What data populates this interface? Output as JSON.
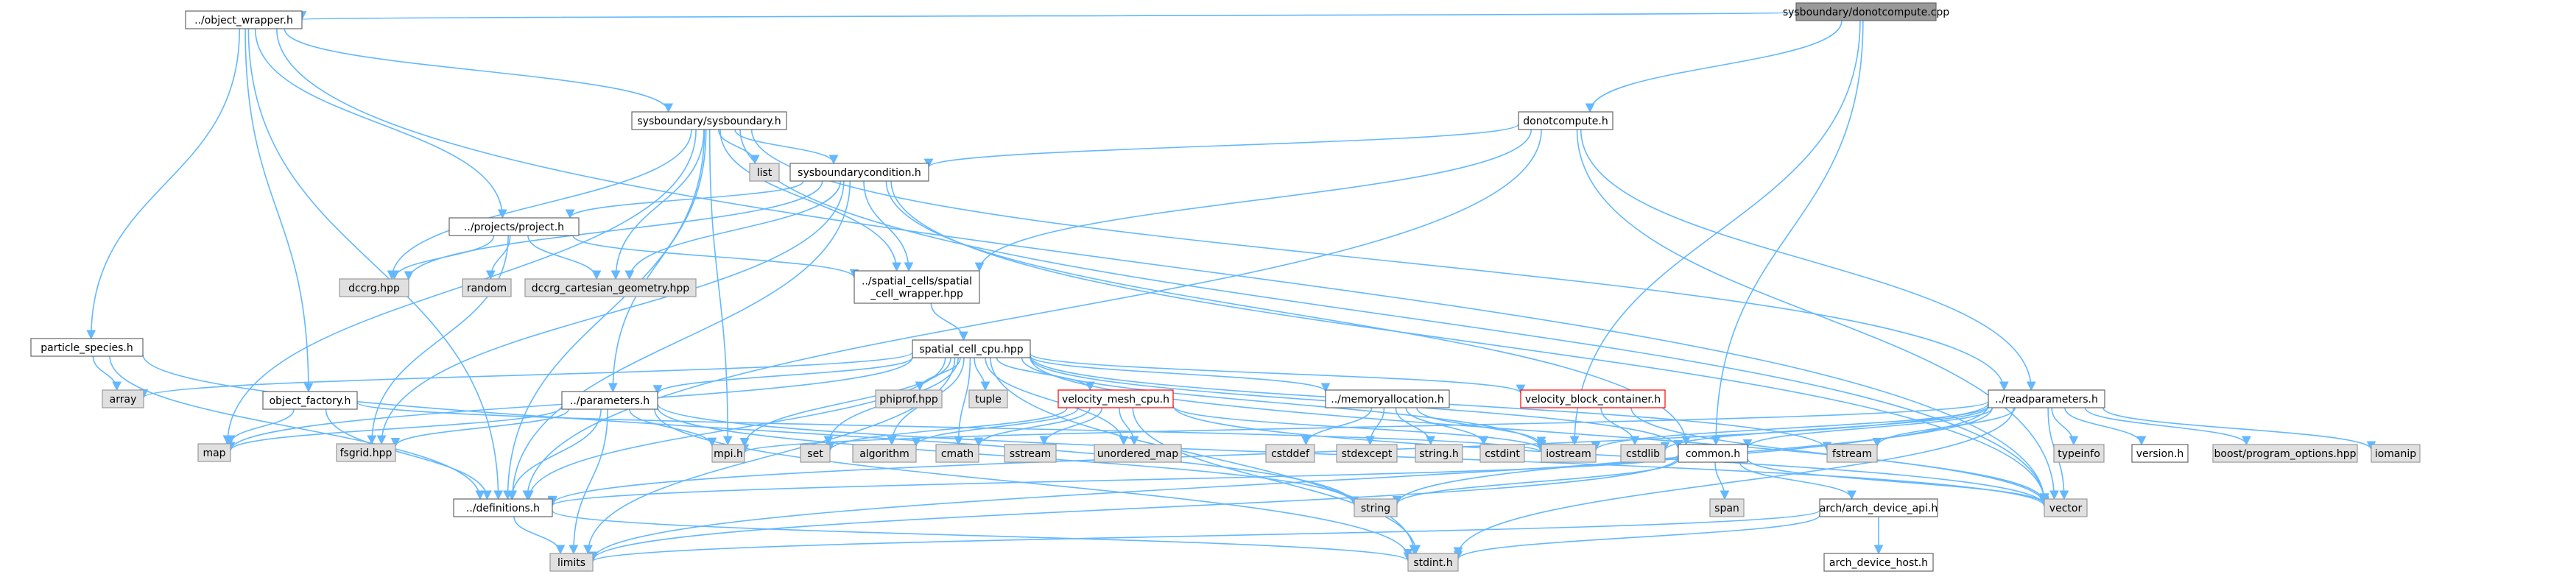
{
  "graph": {
    "nodes": [
      {
        "id": "root",
        "lines": [
          "sysboundary/donotcompute.cpp"
        ],
        "kind": "root"
      },
      {
        "id": "objwrap",
        "lines": [
          "../object_wrapper.h"
        ],
        "kind": "normal"
      },
      {
        "id": "donot",
        "lines": [
          "donotcompute.h"
        ],
        "kind": "normal"
      },
      {
        "id": "sysbsysb",
        "lines": [
          "sysboundary/sysboundary.h"
        ],
        "kind": "normal"
      },
      {
        "id": "particle",
        "lines": [
          "particle_species.h"
        ],
        "kind": "normal"
      },
      {
        "id": "objfactory",
        "lines": [
          "object_factory.h"
        ],
        "kind": "normal"
      },
      {
        "id": "list",
        "lines": [
          "list"
        ],
        "kind": "ext"
      },
      {
        "id": "sysbcond",
        "lines": [
          "sysboundarycondition.h"
        ],
        "kind": "normal"
      },
      {
        "id": "project",
        "lines": [
          "../projects/project.h"
        ],
        "kind": "normal"
      },
      {
        "id": "dccrg",
        "lines": [
          "dccrg.hpp"
        ],
        "kind": "ext"
      },
      {
        "id": "random",
        "lines": [
          "random"
        ],
        "kind": "ext"
      },
      {
        "id": "dccrgcart",
        "lines": [
          "dccrg_cartesian_geometry.hpp"
        ],
        "kind": "ext"
      },
      {
        "id": "spatialwrap",
        "lines": [
          "../spatial_cells/spatial",
          "_cell_wrapper.hpp"
        ],
        "kind": "normal"
      },
      {
        "id": "spatialcpu",
        "lines": [
          "spatial_cell_cpu.hpp"
        ],
        "kind": "normal"
      },
      {
        "id": "array",
        "lines": [
          "array"
        ],
        "kind": "ext"
      },
      {
        "id": "map",
        "lines": [
          "map"
        ],
        "kind": "ext"
      },
      {
        "id": "fsgrid",
        "lines": [
          "fsgrid.hpp"
        ],
        "kind": "ext"
      },
      {
        "id": "params",
        "lines": [
          "../parameters.h"
        ],
        "kind": "normal"
      },
      {
        "id": "mpi",
        "lines": [
          "mpi.h"
        ],
        "kind": "ext"
      },
      {
        "id": "set",
        "lines": [
          "set"
        ],
        "kind": "ext"
      },
      {
        "id": "phiprof",
        "lines": [
          "phiprof.hpp"
        ],
        "kind": "ext"
      },
      {
        "id": "tuple",
        "lines": [
          "tuple"
        ],
        "kind": "ext"
      },
      {
        "id": "algorithm",
        "lines": [
          "algorithm"
        ],
        "kind": "ext"
      },
      {
        "id": "vmesh",
        "lines": [
          "velocity_mesh_cpu.h"
        ],
        "kind": "red"
      },
      {
        "id": "cmath",
        "lines": [
          "cmath"
        ],
        "kind": "ext"
      },
      {
        "id": "sstream",
        "lines": [
          "sstream"
        ],
        "kind": "ext"
      },
      {
        "id": "umap",
        "lines": [
          "unordered_map"
        ],
        "kind": "ext"
      },
      {
        "id": "memalloc",
        "lines": [
          "../memoryallocation.h"
        ],
        "kind": "normal"
      },
      {
        "id": "cstddef",
        "lines": [
          "cstddef"
        ],
        "kind": "ext"
      },
      {
        "id": "stdexcept",
        "lines": [
          "stdexcept"
        ],
        "kind": "ext"
      },
      {
        "id": "stringh",
        "lines": [
          "string.h"
        ],
        "kind": "ext"
      },
      {
        "id": "cstdint",
        "lines": [
          "cstdint"
        ],
        "kind": "ext"
      },
      {
        "id": "vbc",
        "lines": [
          "velocity_block_container.h"
        ],
        "kind": "red"
      },
      {
        "id": "iostream",
        "lines": [
          "iostream"
        ],
        "kind": "ext"
      },
      {
        "id": "cstdlib",
        "lines": [
          "cstdlib"
        ],
        "kind": "ext"
      },
      {
        "id": "common",
        "lines": [
          "common.h"
        ],
        "kind": "normal"
      },
      {
        "id": "fstream",
        "lines": [
          "fstream"
        ],
        "kind": "ext"
      },
      {
        "id": "readparams",
        "lines": [
          "../readparameters.h"
        ],
        "kind": "normal"
      },
      {
        "id": "typeinfo",
        "lines": [
          "typeinfo"
        ],
        "kind": "ext"
      },
      {
        "id": "versionh",
        "lines": [
          "version.h"
        ],
        "kind": "normal"
      },
      {
        "id": "boostpo",
        "lines": [
          "boost/program_options.hpp"
        ],
        "kind": "ext"
      },
      {
        "id": "iomanip",
        "lines": [
          "iomanip"
        ],
        "kind": "ext"
      },
      {
        "id": "defs",
        "lines": [
          "../definitions.h"
        ],
        "kind": "normal"
      },
      {
        "id": "string",
        "lines": [
          "string"
        ],
        "kind": "ext"
      },
      {
        "id": "span",
        "lines": [
          "span"
        ],
        "kind": "ext"
      },
      {
        "id": "vector",
        "lines": [
          "vector"
        ],
        "kind": "ext"
      },
      {
        "id": "archapi",
        "lines": [
          "arch/arch_device_api.h"
        ],
        "kind": "normal"
      },
      {
        "id": "limits",
        "lines": [
          "limits"
        ],
        "kind": "ext"
      },
      {
        "id": "stdinth",
        "lines": [
          "stdint.h"
        ],
        "kind": "ext"
      },
      {
        "id": "archhost",
        "lines": [
          "arch_device_host.h"
        ],
        "kind": "normal"
      }
    ],
    "edges": [
      [
        "root",
        "objwrap"
      ],
      [
        "root",
        "donot"
      ],
      [
        "root",
        "iostream"
      ],
      [
        "root",
        "common"
      ],
      [
        "objwrap",
        "particle"
      ],
      [
        "objwrap",
        "objfactory"
      ],
      [
        "objwrap",
        "sysbsysb"
      ],
      [
        "objwrap",
        "project"
      ],
      [
        "objwrap",
        "defs"
      ],
      [
        "objwrap",
        "vector"
      ],
      [
        "donot",
        "sysbcond"
      ],
      [
        "donot",
        "spatialwrap"
      ],
      [
        "donot",
        "readparams"
      ],
      [
        "donot",
        "defs"
      ],
      [
        "donot",
        "vector"
      ],
      [
        "sysbsysb",
        "list"
      ],
      [
        "sysbsysb",
        "sysbcond"
      ],
      [
        "sysbsysb",
        "dccrg"
      ],
      [
        "sysbsysb",
        "dccrgcart"
      ],
      [
        "sysbsysb",
        "spatialwrap"
      ],
      [
        "sysbsysb",
        "params"
      ],
      [
        "sysbsysb",
        "defs"
      ],
      [
        "sysbsysb",
        "mpi"
      ],
      [
        "sysbsysb",
        "map"
      ],
      [
        "sysbsysb",
        "vector"
      ],
      [
        "sysbsysb",
        "readparams"
      ],
      [
        "sysbcond",
        "project"
      ],
      [
        "sysbcond",
        "dccrg"
      ],
      [
        "sysbcond",
        "dccrgcart"
      ],
      [
        "sysbcond",
        "spatialwrap"
      ],
      [
        "sysbcond",
        "fsgrid"
      ],
      [
        "sysbcond",
        "defs"
      ],
      [
        "sysbcond",
        "vector"
      ],
      [
        "sysbcond",
        "common"
      ],
      [
        "project",
        "dccrg"
      ],
      [
        "project",
        "random"
      ],
      [
        "project",
        "dccrgcart"
      ],
      [
        "project",
        "spatialwrap"
      ],
      [
        "project",
        "fsgrid"
      ],
      [
        "spatialwrap",
        "spatialcpu"
      ],
      [
        "spatialcpu",
        "array"
      ],
      [
        "spatialcpu",
        "map"
      ],
      [
        "spatialcpu",
        "limits"
      ],
      [
        "spatialcpu",
        "params"
      ],
      [
        "spatialcpu",
        "mpi"
      ],
      [
        "spatialcpu",
        "set"
      ],
      [
        "spatialcpu",
        "phiprof"
      ],
      [
        "spatialcpu",
        "tuple"
      ],
      [
        "spatialcpu",
        "algorithm"
      ],
      [
        "spatialcpu",
        "vmesh"
      ],
      [
        "spatialcpu",
        "cmath"
      ],
      [
        "spatialcpu",
        "umap"
      ],
      [
        "spatialcpu",
        "memalloc"
      ],
      [
        "spatialcpu",
        "iostream"
      ],
      [
        "spatialcpu",
        "vbc"
      ],
      [
        "spatialcpu",
        "fstream"
      ],
      [
        "spatialcpu",
        "common"
      ],
      [
        "spatialcpu",
        "defs"
      ],
      [
        "spatialcpu",
        "vector"
      ],
      [
        "spatialcpu",
        "stdinth"
      ],
      [
        "particle",
        "array"
      ],
      [
        "particle",
        "string"
      ],
      [
        "particle",
        "defs"
      ],
      [
        "objfactory",
        "map"
      ],
      [
        "objfactory",
        "iostream"
      ],
      [
        "objfactory",
        "defs"
      ],
      [
        "params",
        "map"
      ],
      [
        "params",
        "fsgrid"
      ],
      [
        "params",
        "mpi"
      ],
      [
        "params",
        "defs"
      ],
      [
        "params",
        "limits"
      ],
      [
        "params",
        "string"
      ],
      [
        "params",
        "vector"
      ],
      [
        "params",
        "stdinth"
      ],
      [
        "vmesh",
        "set"
      ],
      [
        "vmesh",
        "algorithm"
      ],
      [
        "vmesh",
        "cmath"
      ],
      [
        "vmesh",
        "sstream"
      ],
      [
        "vmesh",
        "umap"
      ],
      [
        "vmesh",
        "iostream"
      ],
      [
        "vmesh",
        "vector"
      ],
      [
        "vmesh",
        "stdinth"
      ],
      [
        "memalloc",
        "cstddef"
      ],
      [
        "memalloc",
        "stdexcept"
      ],
      [
        "memalloc",
        "stringh"
      ],
      [
        "memalloc",
        "cstdint"
      ],
      [
        "memalloc",
        "iostream"
      ],
      [
        "vbc",
        "cstdlib"
      ],
      [
        "vbc",
        "vector"
      ],
      [
        "readparams",
        "mpi"
      ],
      [
        "readparams",
        "iostream"
      ],
      [
        "readparams",
        "cstdlib"
      ],
      [
        "readparams",
        "common"
      ],
      [
        "readparams",
        "fstream"
      ],
      [
        "readparams",
        "typeinfo"
      ],
      [
        "readparams",
        "versionh"
      ],
      [
        "readparams",
        "boostpo"
      ],
      [
        "readparams",
        "iomanip"
      ],
      [
        "readparams",
        "defs"
      ],
      [
        "readparams",
        "string"
      ],
      [
        "readparams",
        "vector"
      ],
      [
        "readparams",
        "limits"
      ],
      [
        "readparams",
        "stdinth"
      ],
      [
        "common",
        "string"
      ],
      [
        "common",
        "span"
      ],
      [
        "common",
        "vector"
      ],
      [
        "common",
        "archapi"
      ],
      [
        "common",
        "defs"
      ],
      [
        "common",
        "limits"
      ],
      [
        "archapi",
        "stdinth"
      ],
      [
        "archapi",
        "archhost"
      ],
      [
        "archapi",
        "limits"
      ],
      [
        "defs",
        "limits"
      ],
      [
        "defs",
        "stdinth"
      ]
    ],
    "colors": {
      "edge": "#63b8ff",
      "node_border": "#666666",
      "external_fill": "#e0e0e0",
      "root_fill": "#999999",
      "highlight_border": "#ff0000"
    }
  }
}
